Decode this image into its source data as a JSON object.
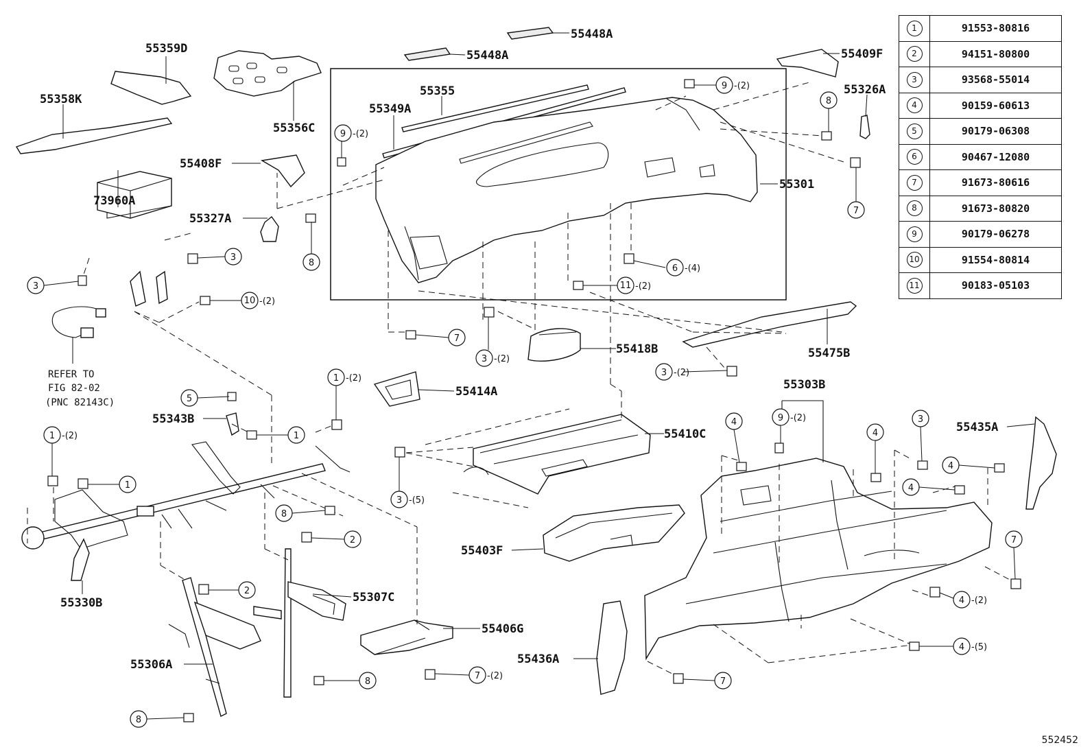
{
  "diagram_id": "552452",
  "reference_table": [
    {
      "no": "1",
      "part": "91553-80816"
    },
    {
      "no": "2",
      "part": "94151-80800"
    },
    {
      "no": "3",
      "part": "93568-55014"
    },
    {
      "no": "4",
      "part": "90159-60613"
    },
    {
      "no": "5",
      "part": "90179-06308"
    },
    {
      "no": "6",
      "part": "90467-12080"
    },
    {
      "no": "7",
      "part": "91673-80616"
    },
    {
      "no": "8",
      "part": "91673-80820"
    },
    {
      "no": "9",
      "part": "90179-06278"
    },
    {
      "no": "10",
      "part": "91554-80814"
    },
    {
      "no": "11",
      "part": "90183-05103"
    }
  ],
  "part_labels": {
    "p55448A_1": "55448A",
    "p55448A_2": "55448A",
    "p55409F": "55409F",
    "p55359D": "55359D",
    "p55358K": "55358K",
    "p55356C": "55356C",
    "p55355": "55355",
    "p55349A": "55349A",
    "p55326A": "55326A",
    "p55408F": "55408F",
    "p55301": "55301",
    "p73960A": "73960A",
    "p55327A": "55327A",
    "p55418B": "55418B",
    "p55475B": "55475B",
    "p55414A": "55414A",
    "p55303B": "55303B",
    "p55343B": "55343B",
    "p55410C": "55410C",
    "p55435A": "55435A",
    "p55403F": "55403F",
    "p55330B": "55330B",
    "p55307C": "55307C",
    "p55406G": "55406G",
    "p55436A": "55436A",
    "p55306A": "55306A"
  },
  "refer_note": [
    "REFER TO",
    "FIG 82-02",
    "(PNC 82143C)"
  ],
  "callouts": {
    "c01": {
      "num": "9",
      "qty": "-(2)"
    },
    "c02": {
      "num": "8",
      "qty": ""
    },
    "c03": {
      "num": "9",
      "qty": "-(2)"
    },
    "c04": {
      "num": "7",
      "qty": ""
    },
    "c05": {
      "num": "3",
      "qty": ""
    },
    "c06": {
      "num": "8",
      "qty": ""
    },
    "c07": {
      "num": "3",
      "qty": ""
    },
    "c08": {
      "num": "10",
      "qty": "-(2)"
    },
    "c09": {
      "num": "6",
      "qty": "-(4)"
    },
    "c10": {
      "num": "11",
      "qty": "-(2)"
    },
    "c11": {
      "num": "7",
      "qty": ""
    },
    "c12": {
      "num": "3",
      "qty": "-(2)"
    },
    "c13": {
      "num": "3",
      "qty": "-(2)"
    },
    "c14": {
      "num": "1",
      "qty": "-(2)"
    },
    "c15": {
      "num": "5",
      "qty": ""
    },
    "c16": {
      "num": "1",
      "qty": ""
    },
    "c17": {
      "num": "1",
      "qty": "-(2)"
    },
    "c18": {
      "num": "1",
      "qty": ""
    },
    "c19": {
      "num": "3",
      "qty": "-(5)"
    },
    "c20": {
      "num": "8",
      "qty": ""
    },
    "c21": {
      "num": "2",
      "qty": ""
    },
    "c22": {
      "num": "2",
      "qty": ""
    },
    "c23": {
      "num": "8",
      "qty": ""
    },
    "c24": {
      "num": "7",
      "qty": "-(2)"
    },
    "c25": {
      "num": "8",
      "qty": ""
    },
    "c26": {
      "num": "9",
      "qty": "-(2)"
    },
    "c27": {
      "num": "4",
      "qty": ""
    },
    "c28": {
      "num": "4",
      "qty": ""
    },
    "c29": {
      "num": "3",
      "qty": ""
    },
    "c30": {
      "num": "4",
      "qty": ""
    },
    "c31": {
      "num": "4",
      "qty": ""
    },
    "c32": {
      "num": "7",
      "qty": ""
    },
    "c33": {
      "num": "4",
      "qty": "-(2)"
    },
    "c34": {
      "num": "4",
      "qty": "-(5)"
    },
    "c35": {
      "num": "7",
      "qty": ""
    }
  }
}
